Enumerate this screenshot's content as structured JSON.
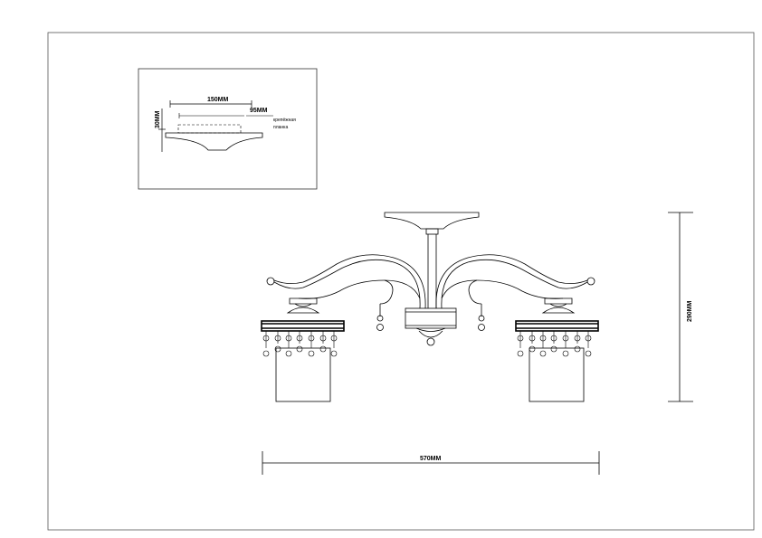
{
  "inset": {
    "width_label": "150ММ",
    "height_label": "30ММ",
    "mount_label": "95ММ",
    "mount_note_line1": "крепёжная",
    "mount_note_line2": "планка"
  },
  "dimensions": {
    "height_label": "290ММ",
    "width_label": "570ММ"
  }
}
